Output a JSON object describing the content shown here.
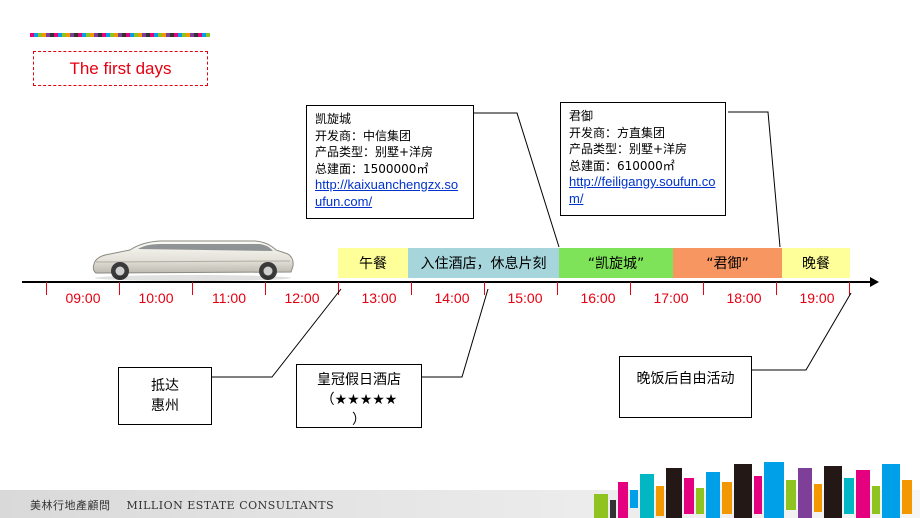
{
  "title": "The first days",
  "kaixuan_box": {
    "name": "凯旋城",
    "developer": "开发商：中信集团",
    "product": "产品类型：别墅+洋房",
    "area": "总建面：1500000㎡",
    "url": "http://kaixuanchengzx.soufun.com/"
  },
  "junyu_box": {
    "name": "君御",
    "developer": "开发商：方直集团",
    "product": "产品类型：别墅+洋房",
    "area": "总建面：610000㎡",
    "url": "http://feiligangy.soufun.com/"
  },
  "schedule": {
    "lunch": "午餐",
    "checkin": "入住酒店，休息片刻",
    "kaixuan": "“凯旋城”",
    "junyu": "“君御”",
    "dinner": "晚餐"
  },
  "schedule_colors": {
    "lunch": "#ffff99",
    "checkin": "#a6d5dc",
    "kaixuan": "#7fe35a",
    "junyu": "#f79660",
    "dinner": "#ffff99"
  },
  "times": [
    "09:00",
    "10:00",
    "11:00",
    "12:00",
    "13:00",
    "14:00",
    "15:00",
    "16:00",
    "17:00",
    "18:00",
    "19:00"
  ],
  "callouts": {
    "arrive_line1": "抵达",
    "arrive_line2": "惠州",
    "hotel_line1": "皇冠假日酒店",
    "hotel_line2": "（★★★★★",
    "hotel_line3": "）",
    "free": "晚饭后自由活动"
  },
  "footer": {
    "company_cn": "美林行地產顧問",
    "company_en": "MILLION ESTATE CONSULTANTS"
  },
  "icons": {
    "car": "limousine-icon",
    "logo_deco": "colorful-blocks-logo"
  }
}
